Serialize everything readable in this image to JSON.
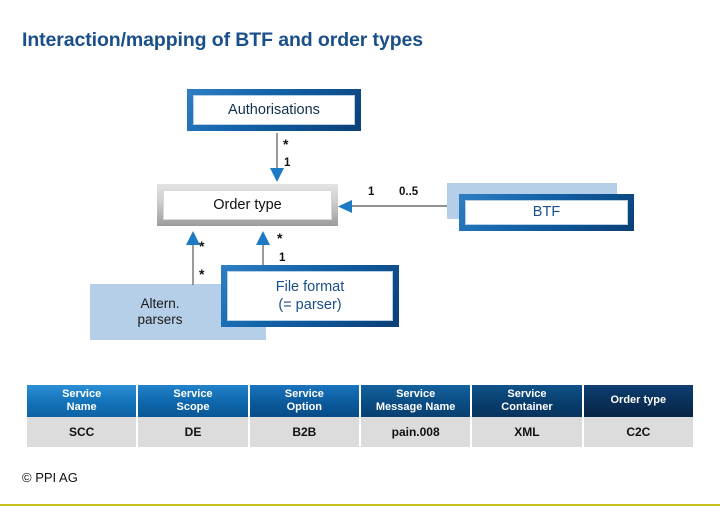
{
  "slide": {
    "title": "Interaction/mapping of BTF and order types",
    "copyright": "© PPI AG",
    "accent_color": "#1b4f8a",
    "rule_color": "#c9bf1e"
  },
  "diagram": {
    "nodes": {
      "authorisations": {
        "label": "Authorisations"
      },
      "order_type": {
        "label": "Order type"
      },
      "btf": {
        "label": "BTF"
      },
      "altern_parsers": {
        "line1": "Altern.",
        "line2": "parsers"
      },
      "file_format": {
        "line1": "File format",
        "line2": "(= parser)"
      }
    },
    "multiplicities": {
      "auth_to_order_source": "*",
      "auth_to_order_target": "1",
      "btf_to_order_target": "1",
      "btf_to_order_source": "0..5",
      "altern_parsers_top": "*",
      "altern_parsers_bottom": "*",
      "file_format_top": "*",
      "file_format_bottom": "1"
    }
  },
  "table": {
    "headers": [
      {
        "line1": "Service",
        "line2": "Name"
      },
      {
        "line1": "Service",
        "line2": "Scope"
      },
      {
        "line1": "Service",
        "line2": "Option"
      },
      {
        "line1": "Service",
        "line2": "Message Name"
      },
      {
        "line1": "Service",
        "line2": "Container"
      },
      {
        "line1": "Order type",
        "line2": ""
      }
    ],
    "rows": [
      [
        "SCC",
        "DE",
        "B2B",
        "pain.008",
        "XML",
        "C2C"
      ]
    ]
  }
}
